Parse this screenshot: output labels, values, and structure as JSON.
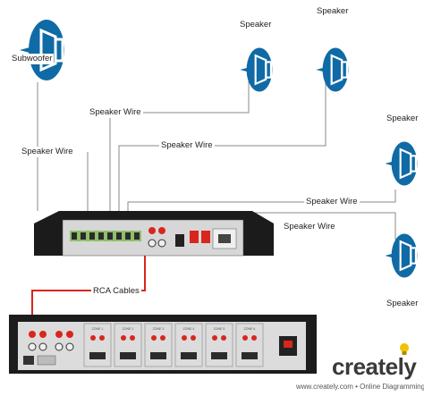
{
  "labels": {
    "subwoofer": "Subwoofer",
    "speaker_top_1": "Speaker",
    "speaker_top_2": "Speaker",
    "speaker_right_1": "Speaker",
    "speaker_right_2": "Speaker",
    "wire_1": "Speaker Wire",
    "wire_2": "Speaker Wire",
    "wire_3": "Speaker Wire",
    "wire_4": "Speaker Wire",
    "wire_5": "Speaker Wire",
    "rca": "RCA Cables"
  },
  "zones": [
    "ZONE 1",
    "ZONE 2",
    "ZONE 3",
    "ZONE 4",
    "ZONE 5",
    "ZONE 6"
  ],
  "brand": {
    "name": "creately",
    "footer": "www.creately.com • Online Diagramming"
  },
  "colors": {
    "speaker_blue": "#0f6aa6",
    "speaker_dark": "#0a4f7d",
    "wire_gray": "#8a8a8a",
    "rca_red": "#d9261c",
    "brand_yellow": "#f2c200"
  }
}
